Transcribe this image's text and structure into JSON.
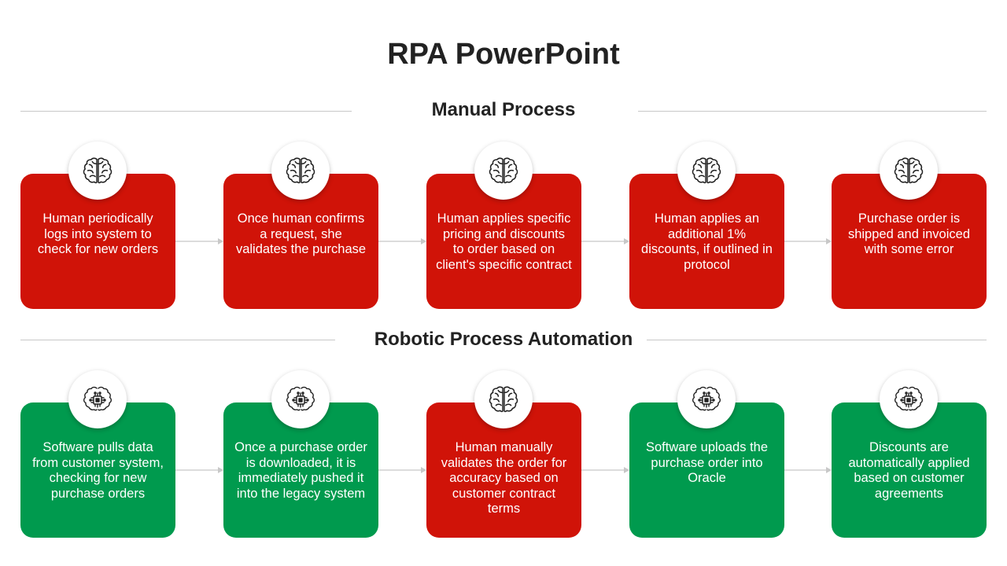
{
  "title": "RPA PowerPoint",
  "colors": {
    "manual": "#D01308",
    "automated": "#009A4E"
  },
  "manual": {
    "heading": "Manual Process",
    "steps": [
      {
        "text": "Human periodically logs into system to check for new orders",
        "icon": "brain-icon",
        "kind": "manual"
      },
      {
        "text": "Once human confirms a request, she validates the purchase",
        "icon": "brain-icon",
        "kind": "manual"
      },
      {
        "text": "Human applies specific pricing and discounts to order based on client's specific contract",
        "icon": "brain-icon",
        "kind": "manual"
      },
      {
        "text": "Human applies an additional 1% discounts, if outlined in protocol",
        "icon": "brain-icon",
        "kind": "manual"
      },
      {
        "text": "Purchase order is shipped and invoiced with some error",
        "icon": "brain-icon",
        "kind": "manual"
      }
    ]
  },
  "rpa": {
    "heading": "Robotic Process Automation",
    "steps": [
      {
        "text": "Software pulls data from customer system, checking for new purchase orders",
        "icon": "ai-brain-chip-icon",
        "kind": "automated"
      },
      {
        "text": "Once a purchase order is downloaded, it is immediately pushed it into the legacy system",
        "icon": "ai-brain-chip-icon",
        "kind": "automated"
      },
      {
        "text": "Human manually validates the order for accuracy based on customer contract terms",
        "icon": "brain-icon",
        "kind": "manual"
      },
      {
        "text": "Software uploads the purchase order into Oracle",
        "icon": "ai-brain-chip-icon",
        "kind": "automated"
      },
      {
        "text": "Discounts are automatically applied based on customer agreements",
        "icon": "ai-brain-chip-icon",
        "kind": "automated"
      }
    ]
  }
}
